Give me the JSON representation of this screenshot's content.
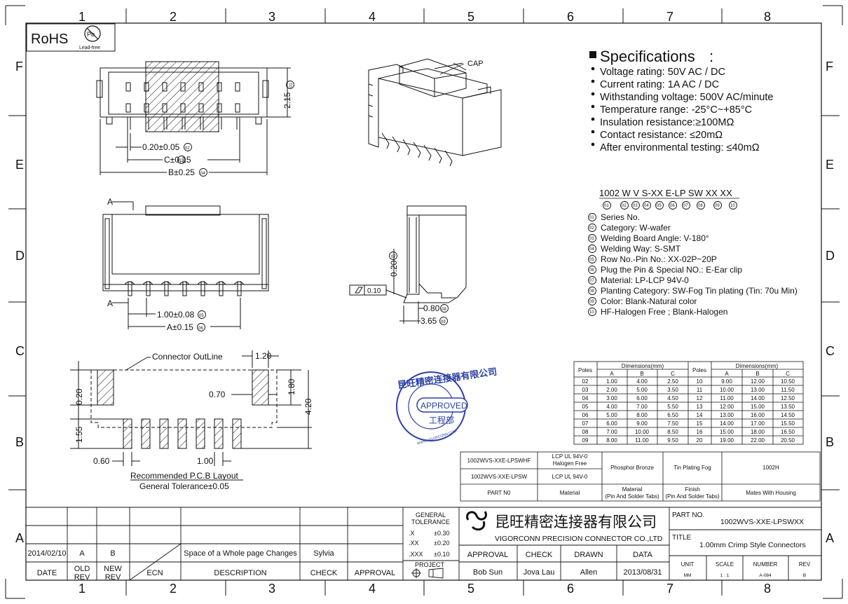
{
  "grid": {
    "columns": [
      "1",
      "2",
      "3",
      "4",
      "5",
      "6",
      "7",
      "8"
    ],
    "rows": [
      "F",
      "E",
      "D",
      "C",
      "B",
      "A"
    ]
  },
  "rohs": {
    "label": "RoHS",
    "pb": "Pb",
    "sub": "Lead-free"
  },
  "top_view": {
    "dim_01": "2.15",
    "dim_02": "0.20±0.05",
    "dim_03": "C±0.15",
    "dim_04": "B±0.25",
    "badge_01": "01",
    "badge_02": "02",
    "badge_03": "03",
    "badge_04": "04"
  },
  "iso_view": {
    "cap_label": "CAP"
  },
  "front_view": {
    "label_a": "A",
    "pitch": "1.00±0.08",
    "width": "A±0.15",
    "badge_05": "05",
    "badge_06": "06"
  },
  "side_view": {
    "dim_07": "0.20",
    "flat": "0.10",
    "dim_08": "0.80",
    "dim_09": "3.65",
    "badge_07": "07",
    "badge_08": "08",
    "badge_09": "09"
  },
  "pcb": {
    "outline_label": "Connector OutLine",
    "dims": {
      "w120": "1.20",
      "h180": "1.80",
      "d020": "0.20",
      "d070": "0.70",
      "d420": "4.20",
      "d155": "1.55",
      "d060": "0.60",
      "d100": "1.00"
    },
    "caption": "Recommended P.C.B Layout",
    "tolerance": "General Tolerance±0.05"
  },
  "specs": {
    "title": "Specifications",
    "items": [
      "Voltage rating: 50V AC / DC",
      "Current rating: 1A  AC / DC",
      "Withstanding voltage: 500V AC/minute",
      "Temperature range: -25°C~+85°C",
      "Insulation resistance:≥100MΩ",
      "Contact resistance: ≤20mΩ",
      "After environmental testing: ≤40mΩ"
    ]
  },
  "part_number": {
    "code": "1002 W V S-XX E-LP SW XX XX",
    "badges": [
      "01",
      "02",
      "03",
      "04",
      "05",
      "06",
      "07",
      "08",
      "09",
      "10"
    ],
    "items": [
      {
        "num": "01",
        "text": "Series No."
      },
      {
        "num": "02",
        "text": "Category: W-wafer"
      },
      {
        "num": "03",
        "text": "Welding Board Angle: V-180°"
      },
      {
        "num": "04",
        "text": "Welding Way: S-SMT"
      },
      {
        "num": "05",
        "text": "Row No.-Pin No.: XX-02P~20P"
      },
      {
        "num": "06",
        "text": "Plug the Pin & Special NO.: E-Ear clip"
      },
      {
        "num": "07",
        "text": "Material: LP-LCP 94V-0"
      },
      {
        "num": "08",
        "text": "Planting Category: SW-Fog Tin plating (Tin: 70u Min)"
      },
      {
        "num": "09",
        "text": "Color: Blank-Natural color"
      },
      {
        "num": "10",
        "text": "HF-Halogen Free ; Blank-Halogen"
      }
    ]
  },
  "stamp": {
    "ring_text": "昆旺精密连接器有限公司",
    "approved": "APPROVED",
    "dept": "工程部",
    "url": "WWW.VIGORCONN.COM"
  },
  "dimension_table": {
    "title": "Dimensions(mm)",
    "poles_header": "Poles",
    "cols": [
      "A",
      "B",
      "C"
    ],
    "left": [
      [
        "02",
        "1.00",
        "4.00",
        "2.50"
      ],
      [
        "03",
        "2.00",
        "5.00",
        "3.50"
      ],
      [
        "04",
        "3.00",
        "6.00",
        "4.50"
      ],
      [
        "05",
        "4.00",
        "7.00",
        "5.50"
      ],
      [
        "06",
        "5.00",
        "8.00",
        "6.50"
      ],
      [
        "07",
        "6.00",
        "9.00",
        "7.50"
      ],
      [
        "08",
        "7.00",
        "10.00",
        "8.50"
      ],
      [
        "09",
        "8.00",
        "11.00",
        "9.50"
      ]
    ],
    "right": [
      [
        "10",
        "9.00",
        "12.00",
        "10.50"
      ],
      [
        "11",
        "10.00",
        "13.00",
        "11.50"
      ],
      [
        "12",
        "11.00",
        "14.00",
        "12.50"
      ],
      [
        "13",
        "12.00",
        "15.00",
        "13.50"
      ],
      [
        "14",
        "13.00",
        "16.00",
        "14.50"
      ],
      [
        "15",
        "14.00",
        "17.00",
        "15.50"
      ],
      [
        "16",
        "15.00",
        "18.00",
        "16.50"
      ],
      [
        "20",
        "19.00",
        "22.00",
        "20.50"
      ]
    ]
  },
  "material_table": {
    "r1": {
      "part": "1002WVS-XXE-LPSWHF",
      "mat1": "LCP  UL 94V-0",
      "mat2": "Halogen Free"
    },
    "r2": {
      "part": "1002WVS-XXE-LPSW",
      "mat": "LCP  UL 94V-0"
    },
    "phosphor": "Phosphor Bronze",
    "finish": "Tin Plating Fog",
    "mates": "1002H",
    "h_part": "PART N0",
    "h_material": "Material",
    "h_pin_mat1": "Material",
    "h_pin_mat2": "(Pin And Solder Tabs)",
    "h_finish1": "Finish",
    "h_finish2": "(Pin And Solder Tabs)",
    "h_mates": "Mates With Housing"
  },
  "title_block": {
    "rev_row": {
      "date": "2014/02/10",
      "old": "A",
      "new": "B",
      "desc": "Space of a Whole page Changes",
      "check": "Sylvia"
    },
    "headers": {
      "date": "DATE",
      "old1": "OLD",
      "old2": "REV",
      "new1": "NEW",
      "new2": "REV",
      "ecn": "ECN",
      "desc": "DESCRIPTION",
      "check": "CHECK",
      "approval": "APPROVAL"
    },
    "tolerance": {
      "title1": "GENERAL",
      "title2": "TOLERANCE",
      "x": ".X",
      "xv": "±0.30",
      "xx": ".XX",
      "xxv": "±0.20",
      "xxx": ".XXX",
      "xxxv": "±0.10",
      "projection": "PROJECT"
    },
    "company_cn": "昆旺精密连接器有限公司",
    "company_en": "VIGORCONN PRECISION CONNECTOR CO.,LTD",
    "sign_headers": {
      "approval": "APPROVAL",
      "check": "CHECK",
      "drawn": "DRAWN",
      "data": "DATA"
    },
    "sign_values": {
      "approval": "Bob Sun",
      "check": "Jova Lau",
      "drawn": "Allen",
      "data": "2013/08/31"
    },
    "part_no_label": "PART NO.",
    "part_no": "1002WVS-XXE-LPSWXX",
    "title_label": "TITLE",
    "title": "1.00mm Crimp Style Connectors",
    "unit_h": "UNIT",
    "unit": "MM",
    "scale_h": "SCALE",
    "scale": "1 : 1",
    "number_h": "NUMBER",
    "number": "A-084",
    "rev_h": "REV",
    "rev": "B"
  }
}
